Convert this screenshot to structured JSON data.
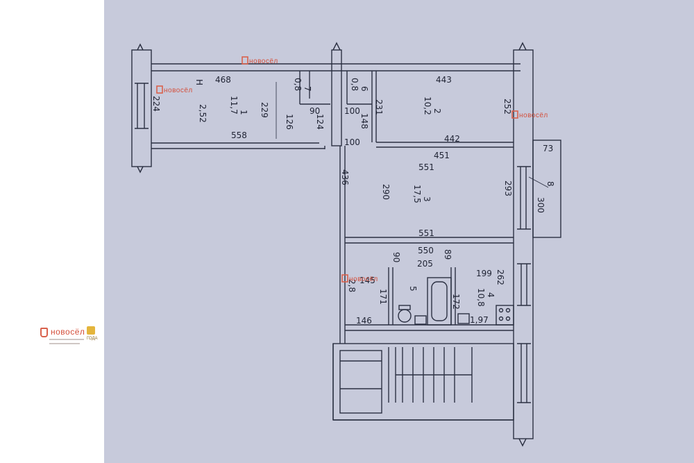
{
  "watermark": {
    "brand": "новосёл",
    "badge_text": "ГОДА"
  },
  "room_numbers": [
    "1",
    "2",
    "3",
    "4",
    "5",
    "6",
    "7",
    "8"
  ],
  "areas": {
    "room1": "11,7",
    "room2": "10,2",
    "room3": "17,5",
    "room4": "10,8"
  },
  "dimensions": {
    "d468": "468",
    "d224": "224",
    "d252": "2,52",
    "d558": "558",
    "d229": "229",
    "d126": "126",
    "d124": "124",
    "d08a": "0,8",
    "d08b": "0,8",
    "d90a": "90",
    "d100a": "100",
    "d231": "231",
    "d148": "148",
    "d443": "443",
    "d252b": "252",
    "d442": "442",
    "d100b": "100",
    "d451": "451",
    "d551a": "551",
    "d436": "436",
    "d290": "290",
    "d293": "293",
    "d73": "73",
    "d300": "300",
    "d551b": "551",
    "d550": "550",
    "d89": "89",
    "d90b": "90",
    "d205": "205",
    "d199": "199",
    "d262": "262",
    "d145": "145",
    "d28": "2,8",
    "d171": "171",
    "d172": "172",
    "d146": "146",
    "d197": "1,97",
    "h_mark": "Н"
  },
  "colors": {
    "paper": "#c7cadb",
    "ink": "#1f2333",
    "watermark": "#d44e3a"
  }
}
